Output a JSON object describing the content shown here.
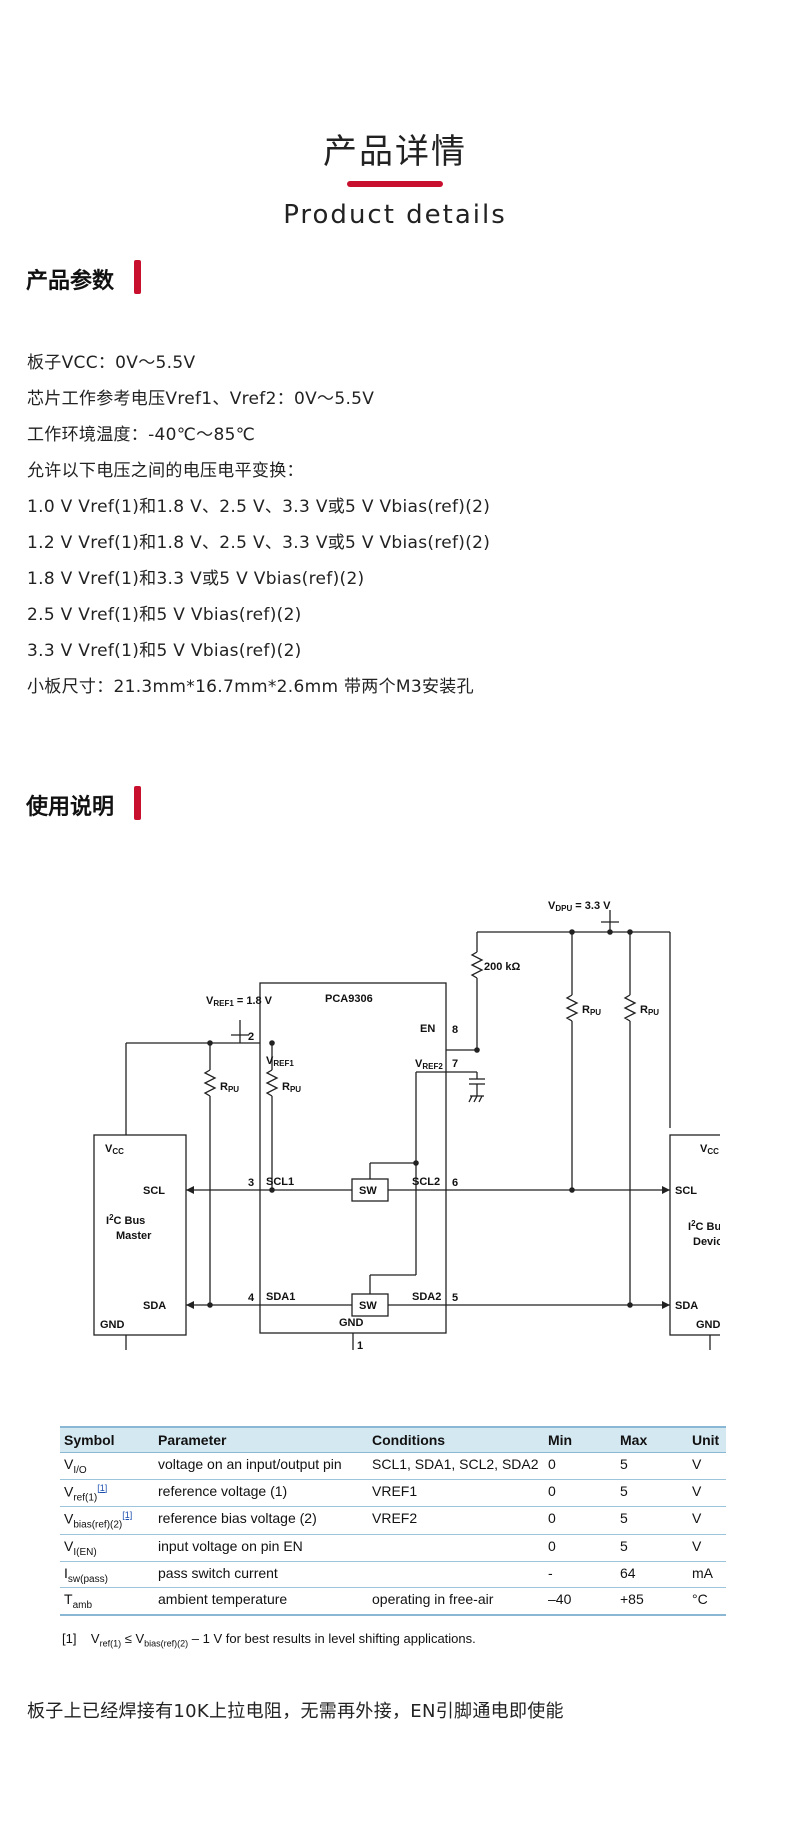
{
  "header": {
    "title": "产品详情",
    "subtitle": "Product details",
    "accent_color": "#c8102e"
  },
  "params_section": {
    "heading": "产品参数",
    "lines": [
      "板子VCC：0V～5.5V",
      "芯片工作参考电压Vref1、Vref2：0V～5.5V",
      "工作环境温度：-40℃～85℃",
      "允许以下电压之间的电压电平变换：",
      "1.0 V Vref(1)和1.8 V、2.5 V、3.3 V或5 V Vbias(ref)(2)",
      "1.2 V Vref(1)和1.8 V、2.5 V、3.3 V或5 V Vbias(ref)(2)",
      "1.8 V Vref(1)和3.3 V或5 V Vbias(ref)(2)",
      "2.5 V Vref(1)和5 V Vbias(ref)(2)",
      "3.3 V Vref(1)和5 V Vbias(ref)(2)",
      "小板尺寸：21.3mm*16.7mm*2.6mm 带两个M3安装孔"
    ]
  },
  "usage_section": {
    "heading": "使用说明"
  },
  "diagram": {
    "vdpu_label": "V",
    "vdpu_sub": "DPU",
    "vdpu_value": " = 3.3 V",
    "vref1_label": "V",
    "vref1_sub": "REF1",
    "vref1_value": " = 1.8 V",
    "res_200k": "200 kΩ",
    "rpu": "R",
    "rpu_sub": "PU",
    "chip_name": "PCA9306",
    "pin_en": "EN",
    "pin_vref2": "V",
    "pin_vref2_sub": "REF2",
    "pin_vref1": "V",
    "pin_vref1_sub": "REF1",
    "pin_scl1": "SCL1",
    "pin_scl2": "SCL2",
    "pin_sda1": "SDA1",
    "pin_sda2": "SDA2",
    "pin_gnd": "GND",
    "sw": "SW",
    "num_1": "1",
    "num_2": "2",
    "num_3": "3",
    "num_4": "4",
    "num_5": "5",
    "num_6": "6",
    "num_7": "7",
    "num_8": "8",
    "vcc": "V",
    "vcc_sub": "CC",
    "scl": "SCL",
    "sda": "SDA",
    "gnd": "GND",
    "i2c": "I",
    "i2c_sup": "2",
    "master_line1": "C Bus",
    "master_line2": "Master",
    "device_line1": "C Bus",
    "device_line2": "Device"
  },
  "spec_table": {
    "headers": [
      "Symbol",
      "Parameter",
      "Conditions",
      "Min",
      "Max",
      "Unit"
    ],
    "rows": [
      {
        "symbol": "V",
        "sub": "I/O",
        "ref": "",
        "parameter": "voltage on an input/output pin",
        "conditions": "SCL1, SDA1, SCL2, SDA2",
        "min": "0",
        "max": "5",
        "unit": "V"
      },
      {
        "symbol": "V",
        "sub": "ref(1)",
        "ref": "[1]",
        "parameter": "reference voltage (1)",
        "conditions": "VREF1",
        "min": "0",
        "max": "5",
        "unit": "V"
      },
      {
        "symbol": "V",
        "sub": "bias(ref)(2)",
        "ref": "[1]",
        "parameter": "reference bias voltage (2)",
        "conditions": "VREF2",
        "min": "0",
        "max": "5",
        "unit": "V"
      },
      {
        "symbol": "V",
        "sub": "I(EN)",
        "ref": "",
        "parameter": "input voltage on pin EN",
        "conditions": "",
        "min": "0",
        "max": "5",
        "unit": "V"
      },
      {
        "symbol": "I",
        "sub": "sw(pass)",
        "ref": "",
        "parameter": "pass switch current",
        "conditions": "",
        "min": "-",
        "max": "64",
        "unit": "mA"
      },
      {
        "symbol": "T",
        "sub": "amb",
        "ref": "",
        "parameter": "ambient temperature",
        "conditions": "operating in free-air",
        "min": "–40",
        "max": "+85",
        "unit": "°C"
      }
    ],
    "note": {
      "marker": "[1]",
      "v1": "V",
      "v1_sub": "ref(1)",
      "le": " ≤ V",
      "v2_sub": "bias(ref)(2)",
      "rest": " – 1 V for best results in level shifting applications."
    }
  },
  "footer": {
    "text": "板子上已经焊接有10K上拉电阻，无需再外接，EN引脚通电即使能"
  }
}
